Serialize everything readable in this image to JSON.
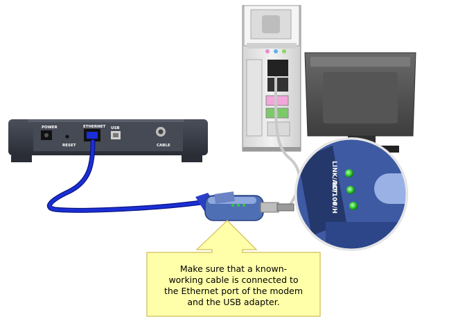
{
  "modem": {
    "port_labels": {
      "power": "POWER",
      "reset": "RESET",
      "ethernet": "ETHERNET",
      "usb": "USB",
      "cable": "CABLE"
    }
  },
  "adapter_zoom": {
    "led_labels": [
      "LINK/ACT",
      "10/100",
      "F/H"
    ]
  },
  "callout": {
    "text": "Make sure that a known-\nworking cable is connected to\nthe Ethernet port of the modem\nand the USB adapter."
  },
  "colors": {
    "cable": "#1a2fd6",
    "cable_outline": "#0a1480",
    "callout_fill": "#ffffaa",
    "callout_border": "#d9c96a",
    "led_green": "#33cc33",
    "adapter_blue": "#3f63b8",
    "modem_body": "#3b3f4a",
    "pc_body": "#e9e9e9"
  }
}
